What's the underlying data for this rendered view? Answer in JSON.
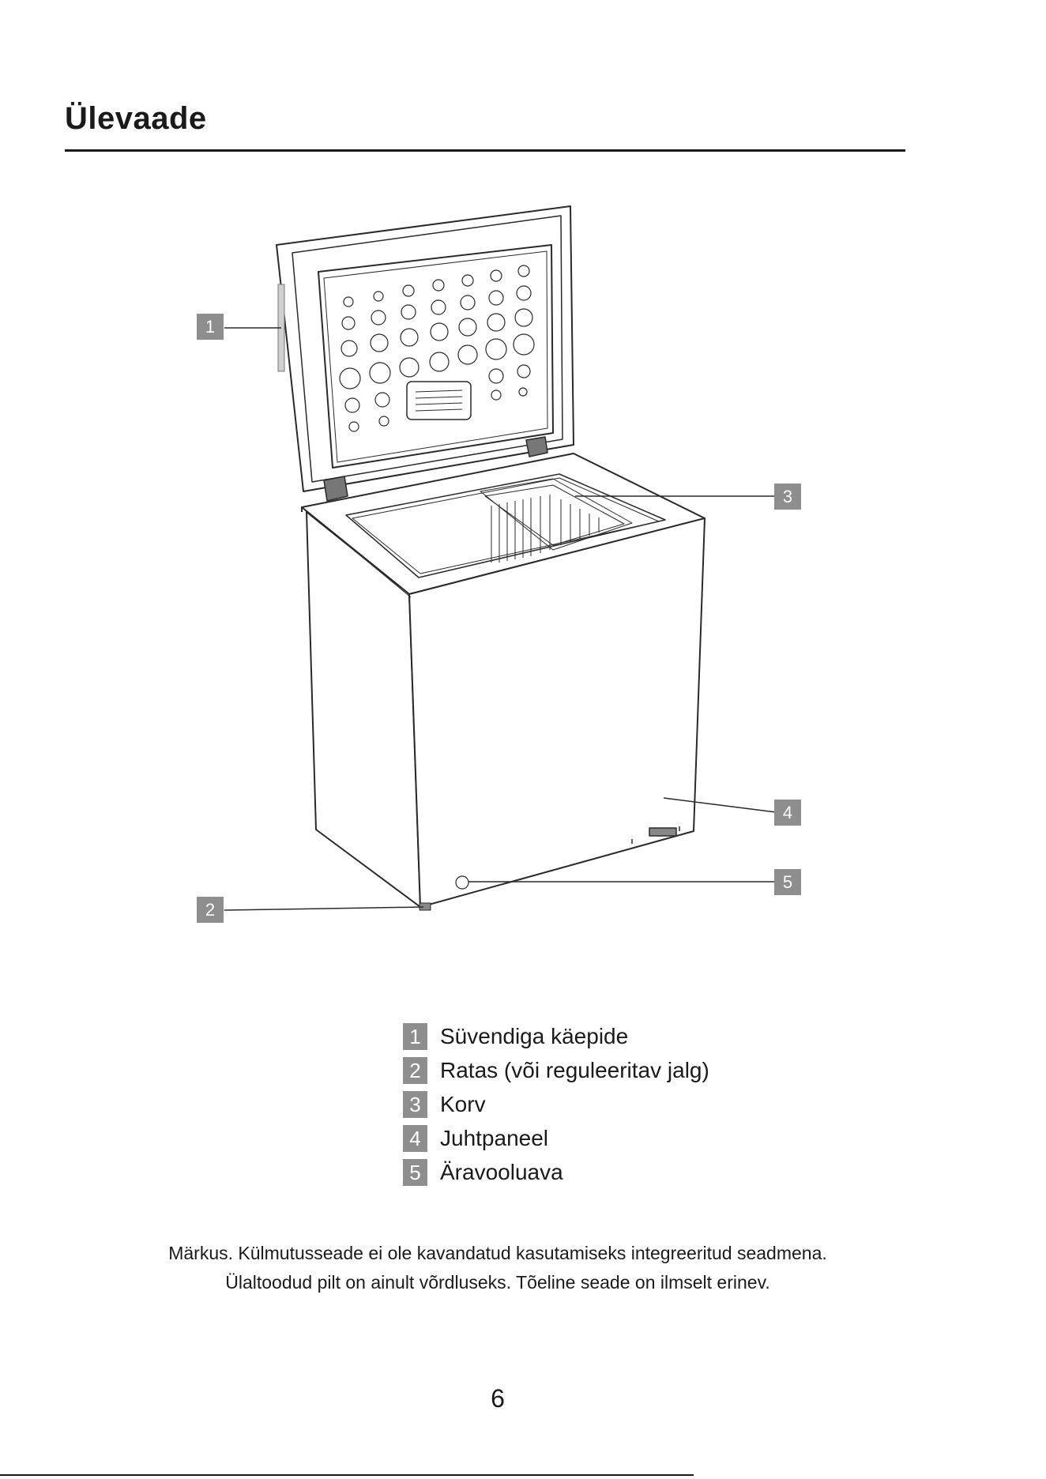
{
  "title": "Ülevaade",
  "callouts": [
    "1",
    "2",
    "3",
    "4",
    "5"
  ],
  "legend": [
    {
      "number": "1",
      "label": "Süvendiga käepide"
    },
    {
      "number": "2",
      "label": "Ratas (või reguleeritav jalg)"
    },
    {
      "number": "3",
      "label": "Korv"
    },
    {
      "number": "4",
      "label": "Juhtpaneel"
    },
    {
      "number": "5",
      "label": "Äravooluava"
    }
  ],
  "note": [
    "Märkus. Külmutusseade ei ole kavandatud kasutamiseks integreeritud seadmena.",
    "Ülaltoodud pilt on ainult võrdluseks. Tõeline seade on ilmselt erinev."
  ],
  "page_number": "6",
  "colors": {
    "badge": "#8e8e8e",
    "line": "#2a2a2a",
    "text": "#1a1a1a"
  }
}
